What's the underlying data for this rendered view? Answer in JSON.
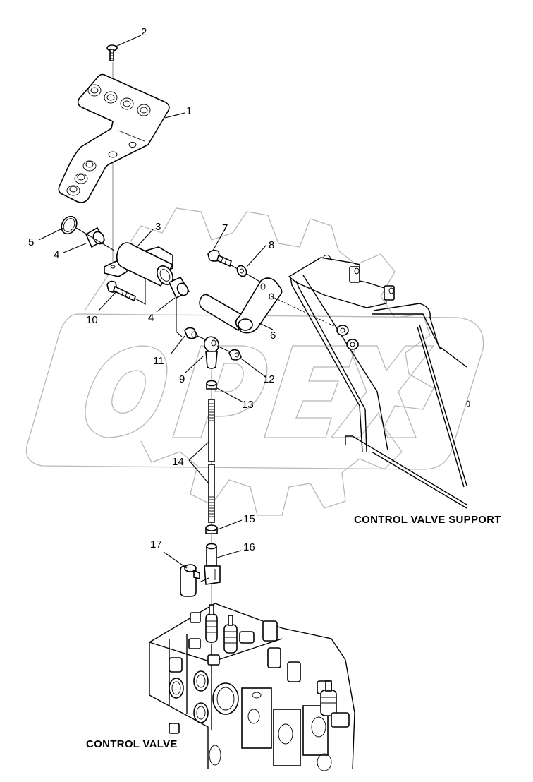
{
  "diagram": {
    "type": "exploded-parts-view",
    "watermark": "OPEX",
    "captions": {
      "control_valve_support": "CONTROL VALVE SUPPORT",
      "control_valve": "CONTROL VALVE"
    },
    "callouts": [
      {
        "id": "1",
        "part": "bracket-plate"
      },
      {
        "id": "2",
        "part": "countersunk-screw"
      },
      {
        "id": "3",
        "part": "pivot-housing"
      },
      {
        "id": "4",
        "part": "bushing"
      },
      {
        "id": "4",
        "part": "bushing"
      },
      {
        "id": "5",
        "part": "snap-ring"
      },
      {
        "id": "6",
        "part": "lever-arm"
      },
      {
        "id": "7",
        "part": "bolt"
      },
      {
        "id": "8",
        "part": "washer"
      },
      {
        "id": "9",
        "part": "ball-joint"
      },
      {
        "id": "10",
        "part": "bolt"
      },
      {
        "id": "11",
        "part": "spacer"
      },
      {
        "id": "12",
        "part": "nut"
      },
      {
        "id": "13",
        "part": "nut"
      },
      {
        "id": "14",
        "part": "threaded-rod"
      },
      {
        "id": "15",
        "part": "nut"
      },
      {
        "id": "16",
        "part": "clevis"
      },
      {
        "id": "17",
        "part": "clip"
      }
    ]
  }
}
